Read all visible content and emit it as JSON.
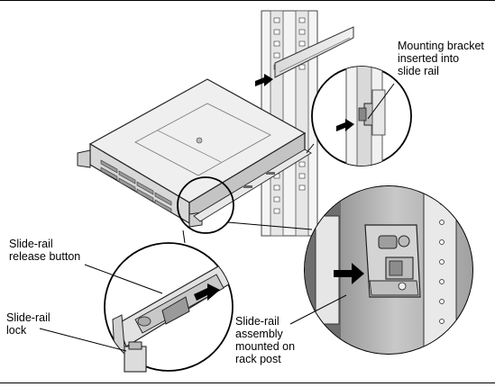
{
  "labels": {
    "mounting_bracket": "Mounting bracket\ninserted into\nslide rail",
    "release_button": "Slide-rail\nrelease button",
    "slide_rail_lock": "Slide-rail\nlock",
    "assembly_mounted": "Slide-rail\nassembly\nmounted on\nrack post"
  }
}
